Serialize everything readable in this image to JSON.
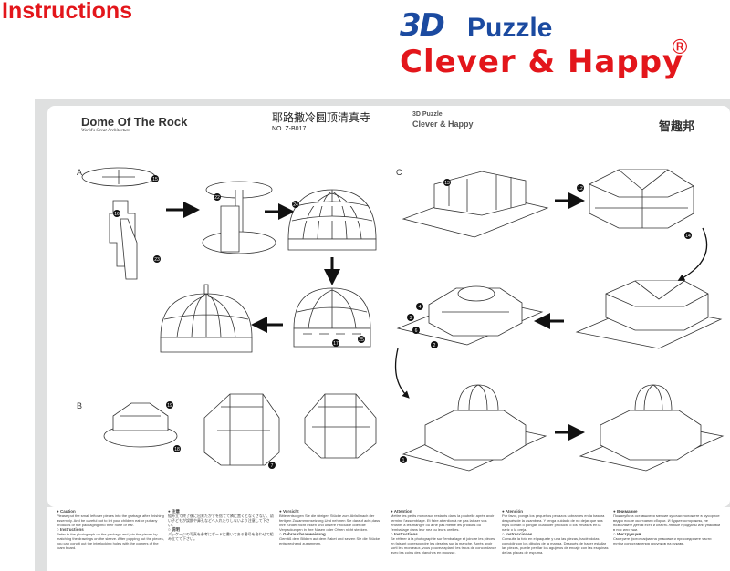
{
  "header": {
    "title": "Instructions",
    "brand": {
      "three_d": "3D",
      "puzzle": "Puzzle",
      "tagline": "Clever & Happy",
      "registered": "®"
    }
  },
  "sheet": {
    "name": "Dome Of The Rock",
    "subtitle": "World's Great Architecture",
    "chinese_name": "耶路撒冷圆顶清真寺",
    "model_no": "NO. Z-B017",
    "logo_line1": "3D Puzzle",
    "logo_line2": "Clever & Happy",
    "maker": "智趣邦",
    "sections": {
      "a": "A",
      "b": "B",
      "c": "C"
    },
    "part_numbers": [
      "15",
      "16",
      "23",
      "22",
      "24",
      "17",
      "25",
      "19",
      "18",
      "7",
      "12",
      "14",
      "13",
      "3",
      "4",
      "6",
      "2",
      "1"
    ]
  },
  "instructions": [
    {
      "head": "● Caution",
      "body": "Please put the small leftover pieces into the garbage after finishing assembly. And be careful not to let your children eat or put any products or the packaging into their nose or ear.",
      "head2": "○ Instructions",
      "body2": "Refer to the photograph on the package and join the pieces by matching the drawings on the sleeve. After popping out the pieces, you can condit out the interlocking holes with the corners of the foam board."
    },
    {
      "head": "● 注意",
      "body": "組み立て終了後に出来たかすを捨てて隣に置くとなくさない、幼い子どもが誤飲や鼻孔などへ入れたりしないよう注意して下さい。",
      "head2": "○ 説明",
      "body2": "パッケージの写真を参考にボードに書いてある番号を合わせて組み立てて下さい。"
    },
    {
      "head": "● Vorsicht",
      "body": "Bitte entsorgen Sie die übrigen Stücke zum Abfall nach der fertigen Zusammensetzung.Und nehmen Sie darauf acht,dass Ihre Kinder nicht essen und unsere Produkte oder die Verpackungen in ihre Nasen oder Ohren nicht stecken.",
      "head2": "○ Gebrauchsanweisung",
      "body2": "Gemäß dem Bildern auf dem Paket und setzen Sie die Stücke entsprechend zusammen."
    },
    {
      "head": "● Attention",
      "body": "Mettre les petits morceaux restants dans la poubelle après avoir terminé l'assemblage. Et faire attention à ne pas laisser vos enfants à les manger ou à ne pas mettre les produits ou l'emballage dans leur nez ou leurs oreilles.",
      "head2": "○ Instructions",
      "body2": "Se référer à la photographie sur l'emballage et joindre les pièces en faisant correspondre les dessins sur la manche. Après avoir sorti les morceaux, vous pouvez aplanir les trous de concordance avec les coins des planches en mousse."
    },
    {
      "head": "● Atención",
      "body": "Por favor, ponga los pequeños pedazos sobrantes en la basura después de la asamblea. Y tenga cuidado de no dejar que sus hijos coman o pongan cualquier producto o los envases en la nariz o la oreja.",
      "head2": "○ Instrucciones",
      "body2": "Consulte la foto en el paquete y una las piezas, haciéndolas coincidir con los dibujos de la manga. Después de hacer estallar las piezas, puede perfilar los agujeros de encaje con las esquinas de las placas de espuma."
    },
    {
      "head": "● Внимание",
      "body": "Пожалуйста оставшиеся мелкие кусочки положите в мусорное ведро после окончания сборки. И будьте осторожны, не позволяйте детям есть и класть любые продукты или упаковки в нос или уши.",
      "head2": "○ Инструкция",
      "body2": "Смотрите фотографии на упаковке и присоедините части путём сопоставления рисунков на рукаве."
    }
  ]
}
